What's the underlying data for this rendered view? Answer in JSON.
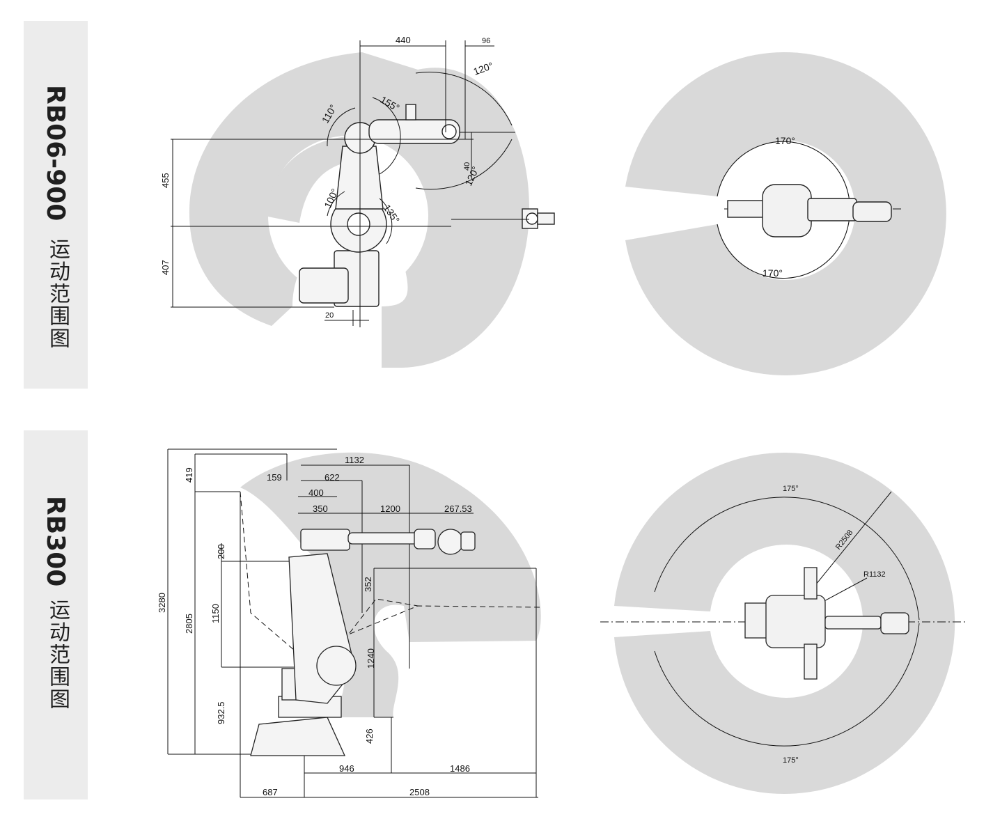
{
  "sections": [
    {
      "model": "RB06-900",
      "caption": "运动范围图",
      "side_view": {
        "dims": {
          "d440": "440",
          "d96": "96",
          "d455": "455",
          "d407": "407",
          "d40": "40",
          "d20": "20"
        },
        "angles": {
          "a120_top": "120°",
          "a120_bottom": "120°",
          "a155": "155°",
          "a110": "110°",
          "a100": "100°",
          "a135": "135°"
        }
      },
      "top_view": {
        "angles": {
          "a170_top": "170°",
          "a170_bottom": "170°"
        }
      }
    },
    {
      "model": "RB300",
      "caption": "运动范围图",
      "side_view": {
        "dims": {
          "d1132": "1132",
          "d159": "159",
          "d622": "622",
          "d400": "400",
          "d350": "350",
          "d1200": "1200",
          "d267": "267.53",
          "d419": "419",
          "d200": "200",
          "d3280": "3280",
          "d2805": "2805",
          "d1150": "1150",
          "d932": "932.5",
          "d352": "352",
          "d1240": "1240",
          "d426": "426",
          "d946": "946",
          "d1486": "1486",
          "d687": "687",
          "d2508": "2508"
        }
      },
      "top_view": {
        "angles": {
          "a175_top": "175°",
          "a175_bottom": "175°"
        },
        "radii": {
          "r2508": "R2508",
          "r1132": "R1132"
        }
      }
    }
  ],
  "colors": {
    "envelope": "#d9d9d9",
    "ink": "#111111",
    "panel": "#ececec"
  }
}
